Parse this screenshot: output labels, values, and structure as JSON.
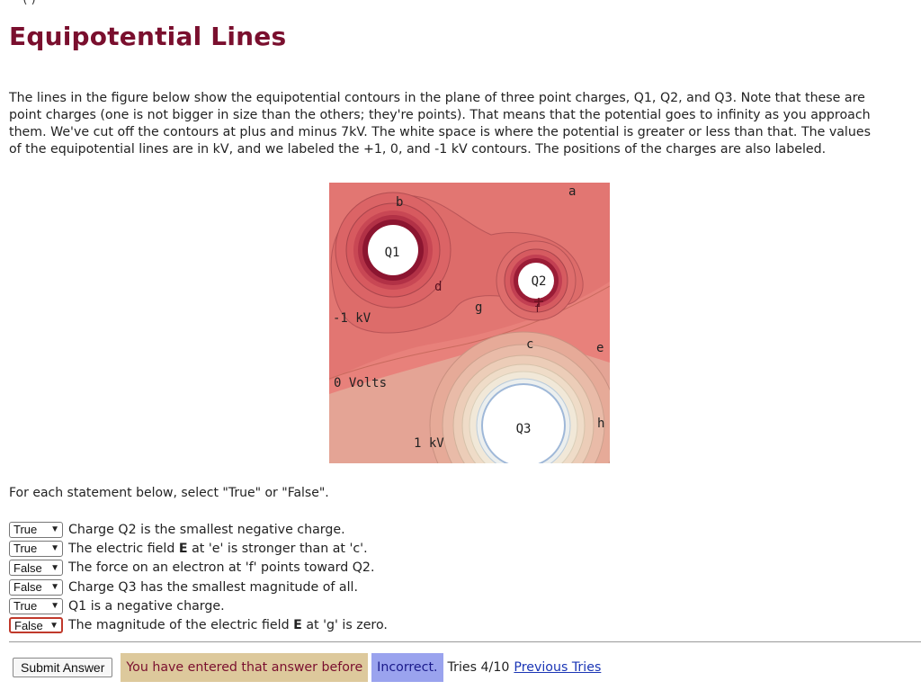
{
  "page": {
    "top_cut_text": "' '   ( )",
    "title": "Equipotential Lines",
    "intro_lines": [
      "The lines in the figure below show the equipotential contours in the plane of three point charges, Q1, Q2, and Q3. Note that these are",
      "point charges (one is not bigger in size than the others; they're points). That means that the potential goes to infinity as you approach",
      "them. We've cut off the contours at plus and minus 7kV. The white space is where the potential is greater or less than that. The values",
      "of the equipotential lines are in kV, and we labeled the +1, 0, and -1 kV contours. The positions of the charges are also labeled."
    ]
  },
  "figure": {
    "charge_labels": {
      "q1": "Q1",
      "q2": "Q2",
      "q3": "Q3"
    },
    "point_labels": {
      "a": "a",
      "b": "b",
      "c": "c",
      "d": "d",
      "e": "e",
      "f": "f",
      "g": "g",
      "h": "h"
    },
    "contour_labels": {
      "minus1": "-1 kV",
      "zero": "0 Volts",
      "plus1": "1 kV"
    }
  },
  "question": {
    "prompt": "For each statement below, select \"True\" or \"False\".",
    "statements": [
      {
        "selected": "True",
        "before": "Charge Q2 is the smallest negative charge.",
        "bold": "",
        "after": ""
      },
      {
        "selected": "True",
        "before": "The electric field ",
        "bold": "E",
        "after": " at 'e' is stronger than at 'c'."
      },
      {
        "selected": "False",
        "before": "The force on an electron at 'f' points toward Q2.",
        "bold": "",
        "after": ""
      },
      {
        "selected": "False",
        "before": "Charge Q3 has the smallest magnitude of all.",
        "bold": "",
        "after": ""
      },
      {
        "selected": "True",
        "before": "Q1 is a negative charge.",
        "bold": "",
        "after": ""
      },
      {
        "selected": "False",
        "before": "The magnitude of the electric field ",
        "bold": "E",
        "after": " at 'g' is zero."
      }
    ]
  },
  "actions": {
    "submit_label": "Submit Answer",
    "repeat_message": "You have entered that answer before",
    "result_message": "Incorrect.",
    "tries_text": "Tries 4/10",
    "previous_tries_label": "Previous Tries"
  },
  "colors": {
    "title": "#7a0f2e",
    "warn_bg": "#ddc99c",
    "incorrect_bg": "#9aa3ee",
    "link": "#1a35b5",
    "focus_border": "#c0392b"
  }
}
